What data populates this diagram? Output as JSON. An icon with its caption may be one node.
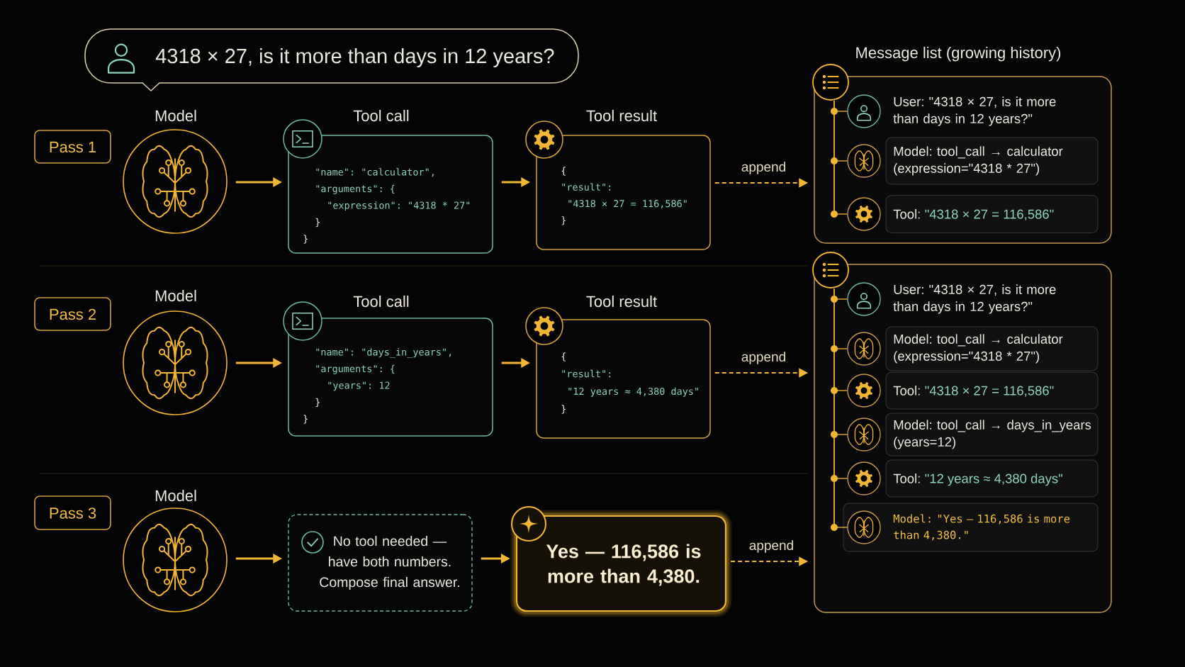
{
  "diagram": {
    "nodes": [
      {
        "text": [
          "4318 × 27, is it more than days in 12 years?"
        ]
      },
      {
        "text": [
          "Pass 1"
        ]
      },
      {
        "text": [
          "Model"
        ]
      },
      {
        "text": [
          "Tool call",
          "\"name\": \"calculator\",",
          "\"arguments\": {",
          "\"expression\": \"4318 * 27\"",
          "}",
          "}"
        ]
      },
      {
        "text": [
          "Tool result",
          "{",
          "\"result\":",
          "\"4318 × 27 = 116,586\"",
          "}"
        ]
      },
      {
        "text": [
          "Message list (growing history)"
        ]
      },
      {
        "text": [],
        "shape": "bar",
        "in": 5
      },
      {
        "text": [
          "User: \"4318 × 27, is it more than days in 12 years?\""
        ],
        "in": 5
      },
      {
        "text": [
          "Model: tool_call → calculator (expression=\"4318 * 27\")"
        ],
        "in": 5
      },
      {
        "text": [
          "Tool:",
          "\"4318 × 27 = 116,586\""
        ],
        "in": 5
      },
      {
        "text": [
          "Pass 2"
        ]
      },
      {
        "text": [
          "Model"
        ]
      },
      {
        "text": [
          "Tool call",
          "\"name\": \"days_in_years\",",
          "\"arguments\": {",
          "\"years\": 12",
          "}",
          "}"
        ]
      },
      {
        "text": [
          "Tool result",
          "{",
          "\"result\":",
          "\"12 years ≈ 4,380 days\"",
          "}"
        ]
      },
      {
        "text": [],
        "shape": "box"
      },
      {
        "text": [],
        "shape": "bar",
        "in": 14
      },
      {
        "text": [
          "User: \"4318 × 27, is it more than days in 12 years?\""
        ],
        "in": 14
      },
      {
        "text": [
          "Model: tool_call → calculator (expression=\"4318 * 27\")"
        ],
        "in": 14
      },
      {
        "text": [
          "Tool:",
          "\"4318 × 27 = 116,586\""
        ],
        "in": 14
      },
      {
        "text": [
          "Model: tool_call → days_in_years (years=12)"
        ],
        "in": 14
      },
      {
        "text": [
          "Tool:",
          "\"12 years ≈ 4,380 days\""
        ],
        "in": 14
      },
      {
        "text": [
          "Model: \"Yes — 116,586 is more than 4,380.\""
        ],
        "in": 14
      },
      {
        "text": [
          "Pass 3"
        ]
      },
      {
        "text": [
          "Model"
        ]
      },
      {
        "text": [
          "No tool needed — have both numbers. Compose final answer."
        ]
      },
      {
        "text": [
          "Yes — 116,586 is more than 4,380."
        ]
      }
    ],
    "edges": [
      {
        "from": 2,
        "to": 3,
        "arrow": "to"
      },
      {
        "from": 3,
        "to": 4,
        "arrow": "to"
      },
      {
        "from": 4,
        "to": 5,
        "arrow": "to",
        "label": "append",
        "style": "dashed"
      },
      {
        "from": 6,
        "to": 7,
        "arrow": "none"
      },
      {
        "from": 6,
        "to": 8,
        "arrow": "none"
      },
      {
        "from": 6,
        "to": 9,
        "arrow": "none"
      },
      {
        "from": 11,
        "to": 12,
        "arrow": "to"
      },
      {
        "from": 12,
        "to": 13,
        "arrow": "to"
      },
      {
        "from": 13,
        "to": 14,
        "arrow": "to",
        "label": "append",
        "style": "dashed"
      },
      {
        "from": 15,
        "to": 16,
        "arrow": "none"
      },
      {
        "from": 15,
        "to": 17,
        "arrow": "none"
      },
      {
        "from": 15,
        "to": 18,
        "arrow": "none"
      },
      {
        "from": 15,
        "to": 19,
        "arrow": "none"
      },
      {
        "from": 15,
        "to": 20,
        "arrow": "none"
      },
      {
        "from": 15,
        "to": 21,
        "arrow": "none"
      },
      {
        "from": 23,
        "to": 24,
        "arrow": "to"
      },
      {
        "from": 24,
        "to": 25,
        "arrow": "to"
      },
      {
        "from": 25,
        "to": 14,
        "arrow": "to",
        "label": "append",
        "style": "dashed"
      }
    ]
  }
}
